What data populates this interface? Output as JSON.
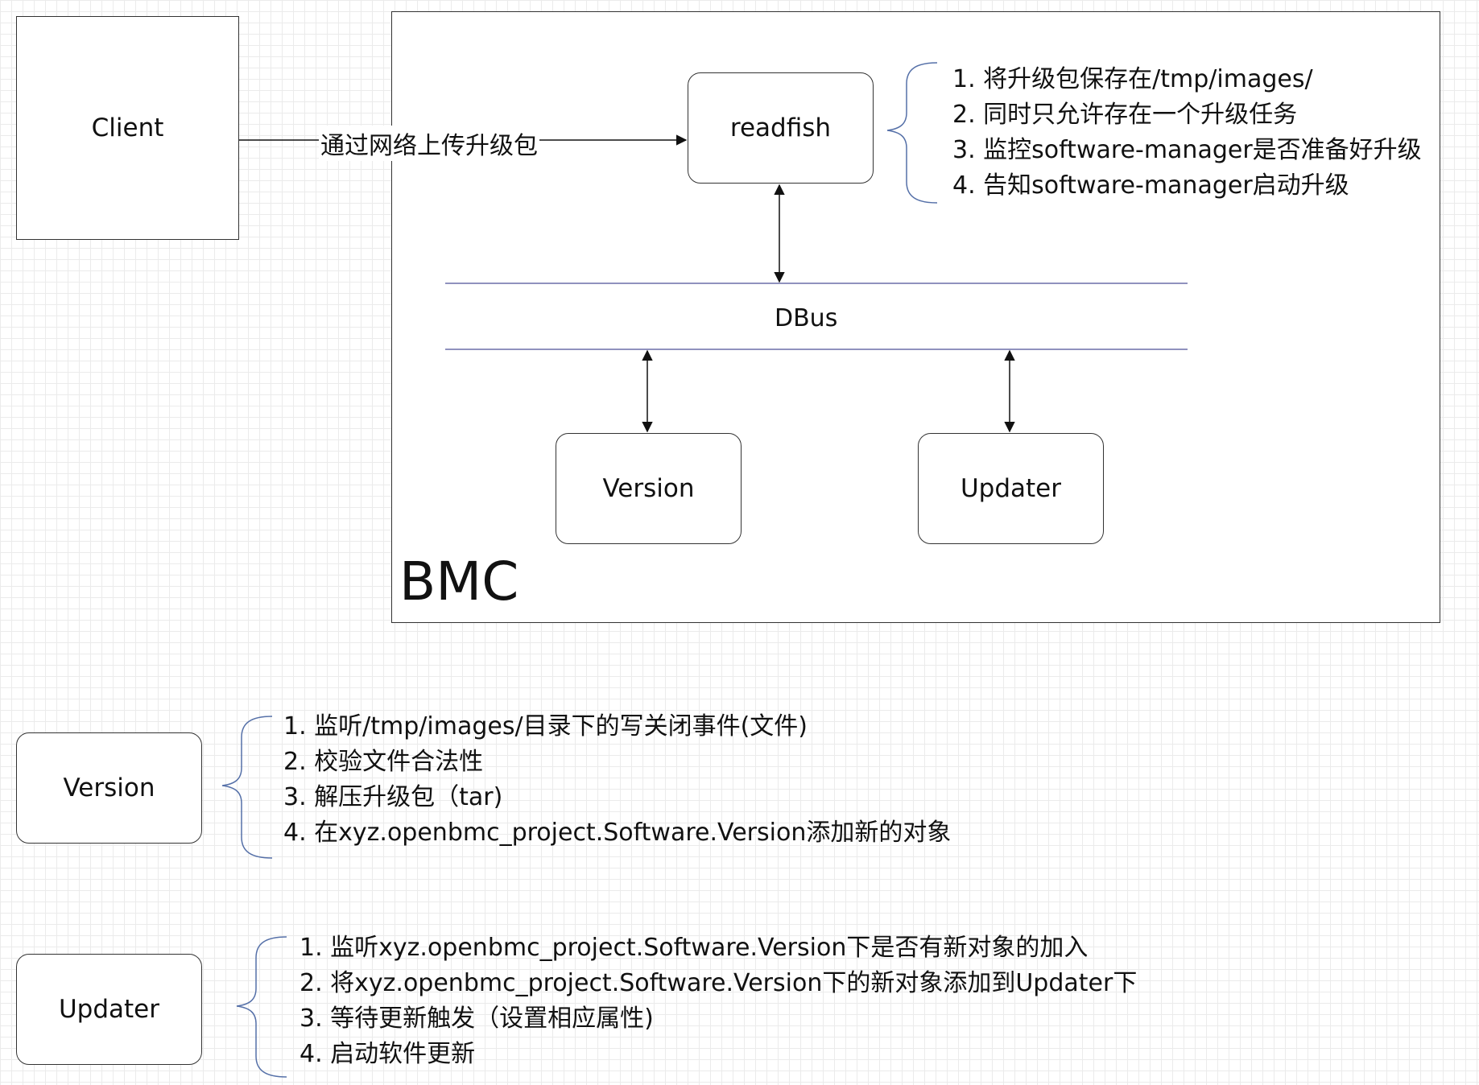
{
  "nodes": {
    "client": "Client",
    "readfish": "readfish",
    "version": "Version",
    "updater": "Updater",
    "legend_version": "Version",
    "legend_updater": "Updater"
  },
  "container": {
    "label": "BMC"
  },
  "bus": {
    "label": "DBus"
  },
  "edges": {
    "client_to_readfish": "通过网络上传升级包"
  },
  "notes": {
    "readfish": [
      "1. 将升级包保存在/tmp/images/",
      "2. 同时只允许存在一个升级任务",
      "3. 监控software-manager是否准备好升级",
      "4. 告知software-manager启动升级"
    ],
    "version": [
      "1. 监听/tmp/images/目录下的写关闭事件(文件)",
      "2. 校验文件合法性",
      "3. 解压升级包（tar)",
      "4. 在xyz.openbmc_project.Software.Version添加新的对象"
    ],
    "updater": [
      "1. 监听xyz.openbmc_project.Software.Version下是否有新对象的加入",
      "2. 将xyz.openbmc_project.Software.Version下的新对象添加到Updater下",
      "3. 等待更新触发（设置相应属性)",
      "4. 启动软件更新"
    ]
  },
  "colors": {
    "bus_line": "#6c6fa8",
    "brace": "#5570a8",
    "grid": "#ebebeb"
  }
}
